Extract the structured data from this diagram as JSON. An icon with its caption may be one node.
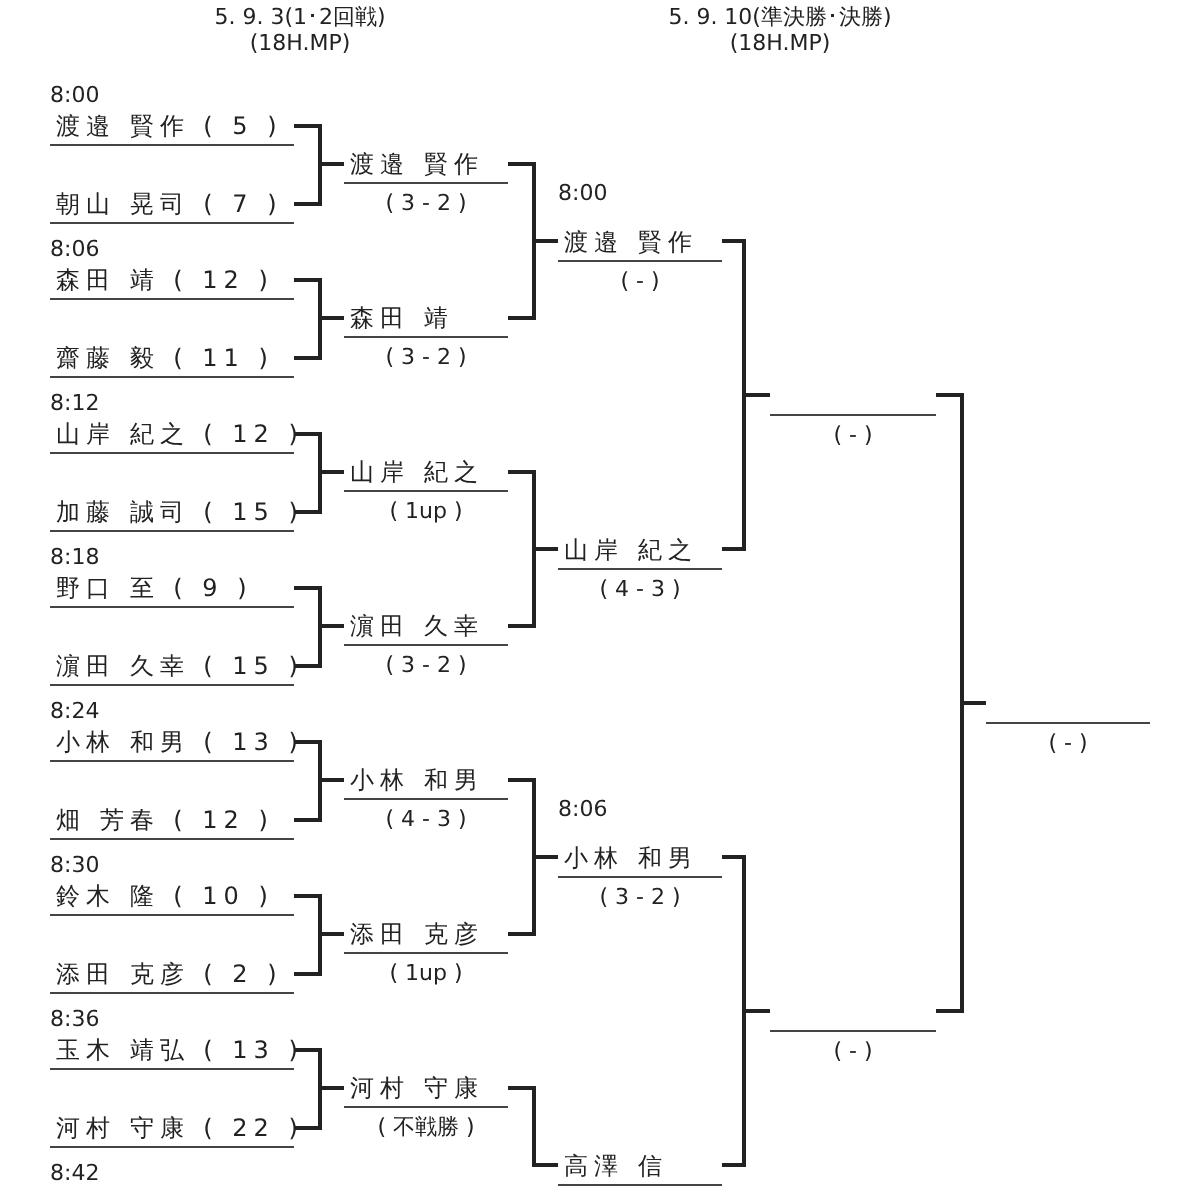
{
  "diagram": {
    "nodes": [
      {
        "text": [
          "渡邉 賢作 ( 5 )"
        ]
      },
      {
        "text": [
          "朝山 晃司 ( 7 )"
        ]
      },
      {
        "text": [
          "森田 靖 ( 12 )"
        ]
      },
      {
        "text": [
          "齋藤 毅 ( 11 )"
        ]
      },
      {
        "text": [
          "山岸 紀之 ( 12 )"
        ]
      },
      {
        "text": [
          "加藤 誠司 ( 15 )"
        ]
      },
      {
        "text": [
          "野口 至 ( 9 )"
        ]
      },
      {
        "text": [
          "濵田 久幸 ( 15 )"
        ]
      },
      {
        "text": [
          "小林 和男 ( 13 )"
        ]
      },
      {
        "text": [
          "畑 芳春 ( 12 )"
        ]
      },
      {
        "text": [
          "鈴木 隆 ( 10 )"
        ]
      },
      {
        "text": [
          "添田 克彦 ( 2 )"
        ]
      },
      {
        "text": [
          "玉木 靖弘 ( 13 )"
        ]
      },
      {
        "text": [
          "河村 守康 ( 22 )"
        ]
      },
      {
        "text": [
          "渡邉 賢作",
          "( 3 - 2 )"
        ]
      },
      {
        "text": [
          "森田 靖",
          "( 3 - 2 )"
        ]
      },
      {
        "text": [
          "山岸 紀之",
          "( 1up )"
        ]
      },
      {
        "text": [
          "濵田 久幸",
          "( 3 - 2 )"
        ]
      },
      {
        "text": [
          "小林 和男",
          "( 4 - 3 )"
        ]
      },
      {
        "text": [
          "添田 克彦",
          "( 1up )"
        ]
      },
      {
        "text": [
          "河村 守康",
          "( 不戦勝 )"
        ]
      },
      {
        "text": [
          "渡邉 賢作",
          "( - )"
        ],
        "beside": [
          "8:00"
        ]
      },
      {
        "text": [
          "山岸 紀之",
          "( 4 - 3 )"
        ]
      },
      {
        "text": [
          "小林 和男",
          "( 3 - 2 )"
        ],
        "beside": [
          "8:06"
        ]
      },
      {
        "text": [
          "高澤 信"
        ]
      },
      {
        "text": [
          "( - )"
        ]
      },
      {
        "text": [
          "( - )"
        ]
      },
      {
        "text": [
          "( - )"
        ]
      }
    ],
    "edges": [
      {
        "from": 0,
        "to": 14,
        "arrow": "none"
      },
      {
        "from": 1,
        "to": 14,
        "arrow": "none"
      },
      {
        "from": 2,
        "to": 15,
        "arrow": "none"
      },
      {
        "from": 3,
        "to": 15,
        "arrow": "none"
      },
      {
        "from": 4,
        "to": 16,
        "arrow": "none"
      },
      {
        "from": 5,
        "to": 16,
        "arrow": "none"
      },
      {
        "from": 6,
        "to": 17,
        "arrow": "none"
      },
      {
        "from": 7,
        "to": 17,
        "arrow": "none"
      },
      {
        "from": 8,
        "to": 18,
        "arrow": "none"
      },
      {
        "from": 9,
        "to": 18,
        "arrow": "none"
      },
      {
        "from": 10,
        "to": 19,
        "arrow": "none"
      },
      {
        "from": 11,
        "to": 19,
        "arrow": "none"
      },
      {
        "from": 12,
        "to": 20,
        "arrow": "none"
      },
      {
        "from": 13,
        "to": 20,
        "arrow": "none"
      },
      {
        "from": 14,
        "to": 21,
        "arrow": "none"
      },
      {
        "from": 15,
        "to": 21,
        "arrow": "none"
      },
      {
        "from": 16,
        "to": 22,
        "arrow": "none"
      },
      {
        "from": 17,
        "to": 22,
        "arrow": "none"
      },
      {
        "from": 18,
        "to": 23,
        "arrow": "none"
      },
      {
        "from": 19,
        "to": 23,
        "arrow": "none"
      },
      {
        "from": 20,
        "to": 24,
        "arrow": "none"
      },
      {
        "from": 21,
        "to": 25,
        "arrow": "none"
      },
      {
        "from": 22,
        "to": 25,
        "arrow": "none"
      },
      {
        "from": 23,
        "to": 26,
        "arrow": "none"
      },
      {
        "from": 24,
        "to": 26,
        "arrow": "none"
      },
      {
        "from": 25,
        "to": 27,
        "arrow": "none"
      },
      {
        "from": 26,
        "to": 27,
        "arrow": "none"
      }
    ],
    "labels": [
      "5. 9. 3(1･2回戦)",
      "(18H.MP)",
      "5. 9. 10(準決勝･決勝)",
      "(18H.MP)",
      "8:00",
      "8:06",
      "8:12",
      "8:18",
      "8:24",
      "8:30",
      "8:36",
      "8:42"
    ]
  }
}
